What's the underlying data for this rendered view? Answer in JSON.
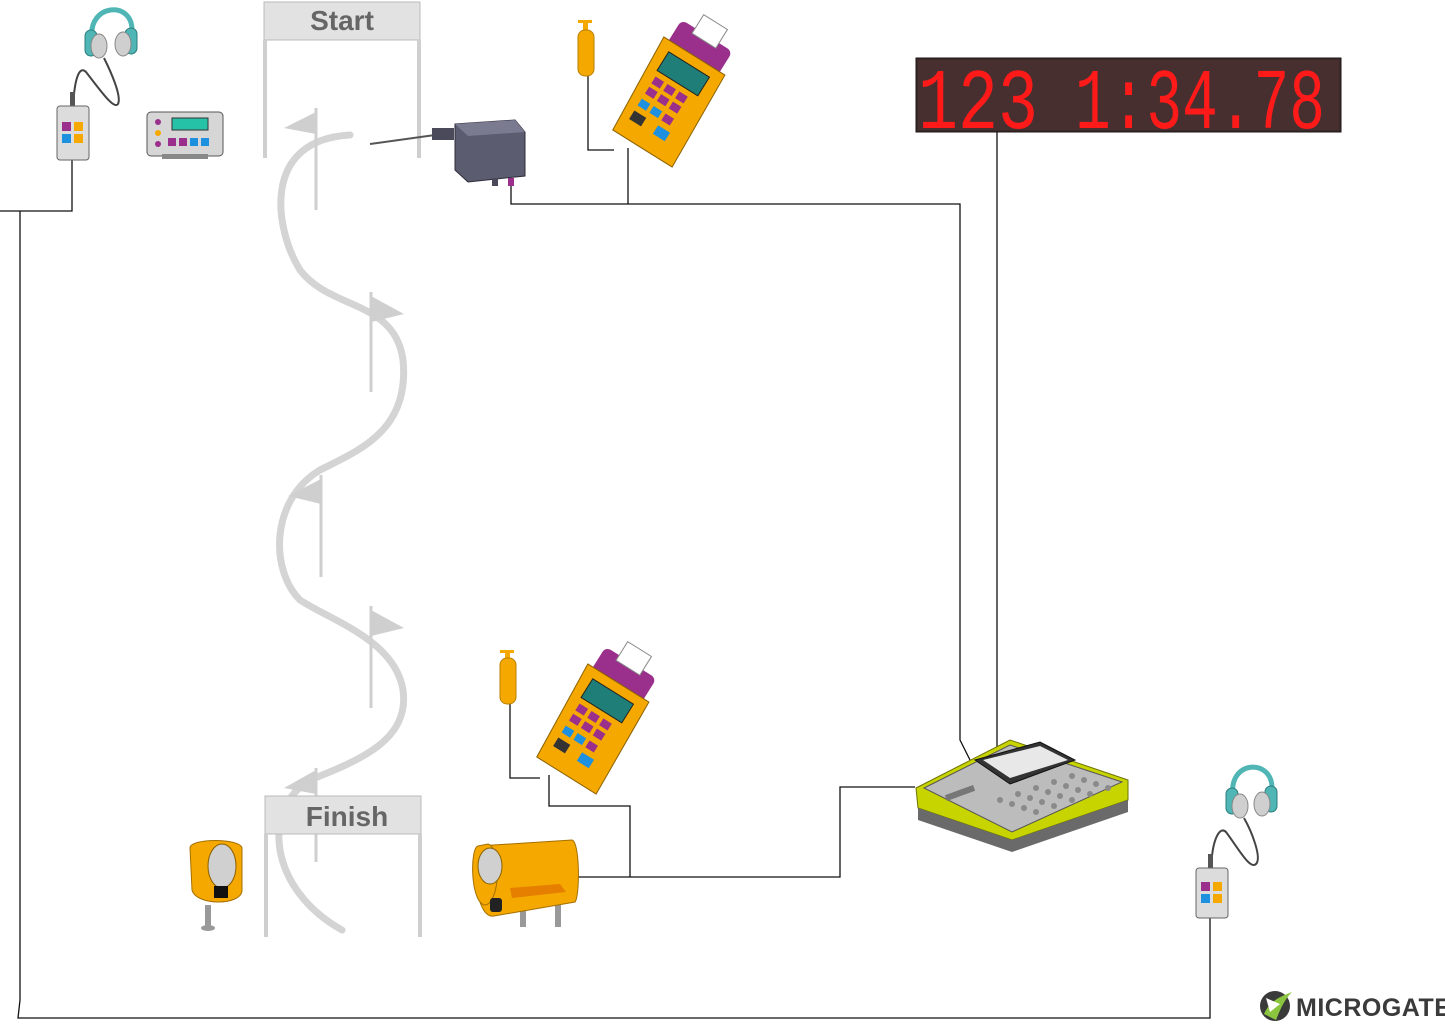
{
  "gates": {
    "start_label": "Start",
    "finish_label": "Finish"
  },
  "scoreboard": {
    "bib": "123",
    "time": "1:34.78",
    "text_color": "#ff1a1a"
  },
  "brand": {
    "name": "MICROGATE",
    "accent": "#8bc53f"
  },
  "colors": {
    "course_line": "#d4d4d4",
    "device_yellow": "#f4a800",
    "device_purple": "#9a2f8c",
    "timer_lime": "#c8d400",
    "headphone_teal": "#4fb5b5"
  },
  "icons": {
    "headset": "headset-icon",
    "radio_transceiver": "radio-transceiver-icon",
    "start_gate": "start-gate-icon",
    "handheld_timer": "handheld-timer-icon",
    "pushbutton": "pushbutton-icon",
    "photocell": "photocell-icon",
    "photocell_reflector": "photocell-reflector-icon",
    "main_timer": "main-timer-icon",
    "gate_flag": "gate-flag-icon"
  }
}
